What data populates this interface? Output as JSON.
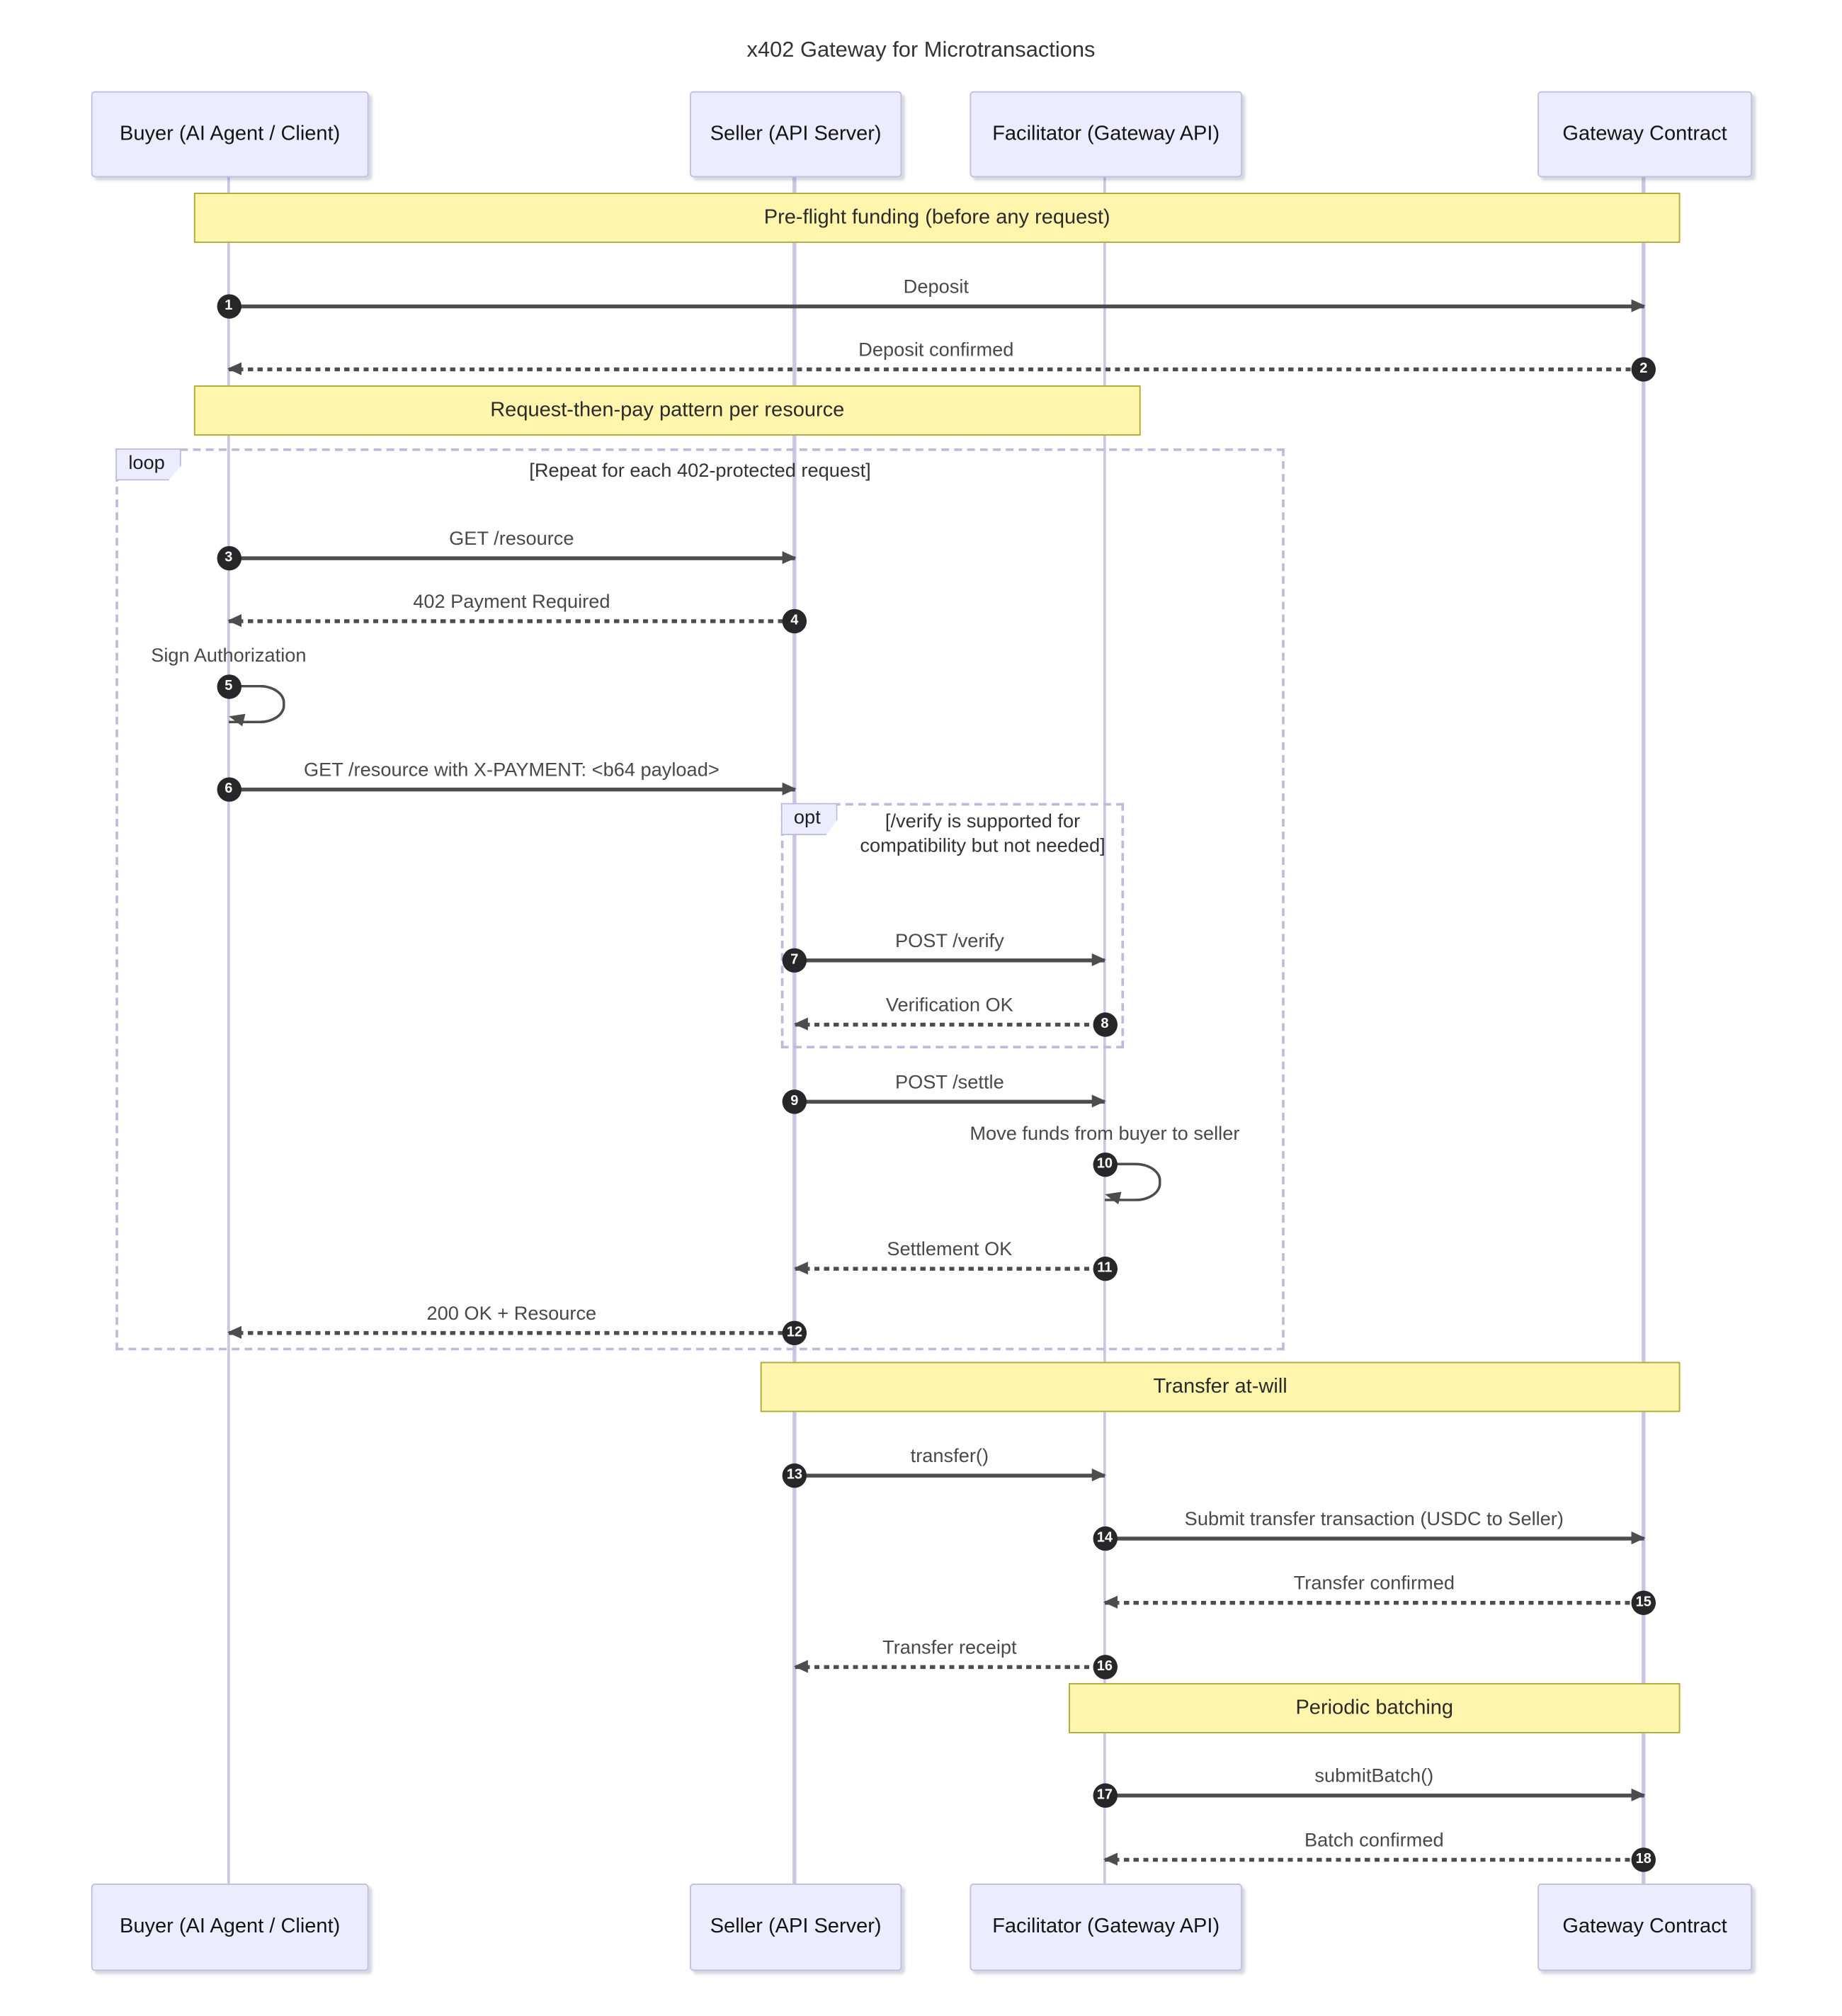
{
  "title": "x402 Gateway for Microtransactions",
  "actors": [
    {
      "id": "buyer",
      "label": "Buyer (AI Agent / Client)"
    },
    {
      "id": "seller",
      "label": "Seller (API Server)"
    },
    {
      "id": "facilitator",
      "label": "Facilitator (Gateway API)"
    },
    {
      "id": "gateway",
      "label": "Gateway Contract"
    }
  ],
  "notes": [
    {
      "label": "Pre-flight funding (before any request)",
      "over": "Buyer to Gateway Contract"
    },
    {
      "label": "Request-then-pay pattern per resource",
      "over": "Buyer to Seller"
    },
    {
      "label": "Transfer at-will",
      "over": "Seller to Gateway Contract"
    },
    {
      "label": "Periodic batching",
      "over": "Facilitator to Gateway Contract"
    }
  ],
  "frames": {
    "loop": {
      "label": "loop",
      "title": "[Repeat for each 402-protected request]"
    },
    "opt": {
      "label": "opt",
      "title": "[/verify is supported for compatibility but not needed]"
    }
  },
  "messages": [
    {
      "n": "1",
      "text": "Deposit",
      "from": "Buyer (AI Agent / Client)",
      "to": "Gateway Contract",
      "line": "solid"
    },
    {
      "n": "2",
      "text": "Deposit confirmed",
      "from": "Gateway Contract",
      "to": "Buyer (AI Agent / Client)",
      "line": "dashed"
    },
    {
      "n": "3",
      "text": "GET /resource",
      "from": "Buyer (AI Agent / Client)",
      "to": "Seller (API Server)",
      "line": "solid"
    },
    {
      "n": "4",
      "text": "402 Payment Required",
      "from": "Seller (API Server)",
      "to": "Buyer (AI Agent / Client)",
      "line": "dashed"
    },
    {
      "n": "5",
      "text": "Sign Authorization",
      "from": "Buyer (AI Agent / Client)",
      "to": "Buyer (AI Agent / Client)",
      "line": "self"
    },
    {
      "n": "6",
      "text": "GET /resource with X-PAYMENT: <b64 payload>",
      "from": "Buyer (AI Agent / Client)",
      "to": "Seller (API Server)",
      "line": "solid"
    },
    {
      "n": "7",
      "text": "POST /verify",
      "from": "Seller (API Server)",
      "to": "Facilitator (Gateway API)",
      "line": "solid"
    },
    {
      "n": "8",
      "text": "Verification OK",
      "from": "Facilitator (Gateway API)",
      "to": "Seller (API Server)",
      "line": "dashed"
    },
    {
      "n": "9",
      "text": "POST /settle",
      "from": "Seller (API Server)",
      "to": "Facilitator (Gateway API)",
      "line": "solid"
    },
    {
      "n": "10",
      "text": "Move funds from buyer to seller",
      "from": "Facilitator (Gateway API)",
      "to": "Facilitator (Gateway API)",
      "line": "self"
    },
    {
      "n": "11",
      "text": "Settlement OK",
      "from": "Facilitator (Gateway API)",
      "to": "Seller (API Server)",
      "line": "dashed"
    },
    {
      "n": "12",
      "text": "200 OK + Resource",
      "from": "Seller (API Server)",
      "to": "Buyer (AI Agent / Client)",
      "line": "dashed"
    },
    {
      "n": "13",
      "text": "transfer()",
      "from": "Seller (API Server)",
      "to": "Facilitator (Gateway API)",
      "line": "solid"
    },
    {
      "n": "14",
      "text": "Submit transfer transaction (USDC to Seller)",
      "from": "Facilitator (Gateway API)",
      "to": "Gateway Contract",
      "line": "solid"
    },
    {
      "n": "15",
      "text": "Transfer confirmed",
      "from": "Gateway Contract",
      "to": "Facilitator (Gateway API)",
      "line": "dashed"
    },
    {
      "n": "16",
      "text": "Transfer receipt",
      "from": "Facilitator (Gateway API)",
      "to": "Seller (API Server)",
      "line": "dashed"
    },
    {
      "n": "17",
      "text": "submitBatch()",
      "from": "Facilitator (Gateway API)",
      "to": "Gateway Contract",
      "line": "solid"
    },
    {
      "n": "18",
      "text": "Batch confirmed",
      "from": "Gateway Contract",
      "to": "Facilitator (Gateway API)",
      "line": "dashed"
    }
  ],
  "colors": {
    "note_fill": "#fff5ad",
    "note_border": "#aaaa33",
    "actor_fill": "#ececff",
    "actor_border": "#c3bde0",
    "message_line": "#4d4d4d",
    "lifeline": "#cbc5e5",
    "frame_border": "#bfb9dd",
    "sequence_badge": "#27272a"
  }
}
